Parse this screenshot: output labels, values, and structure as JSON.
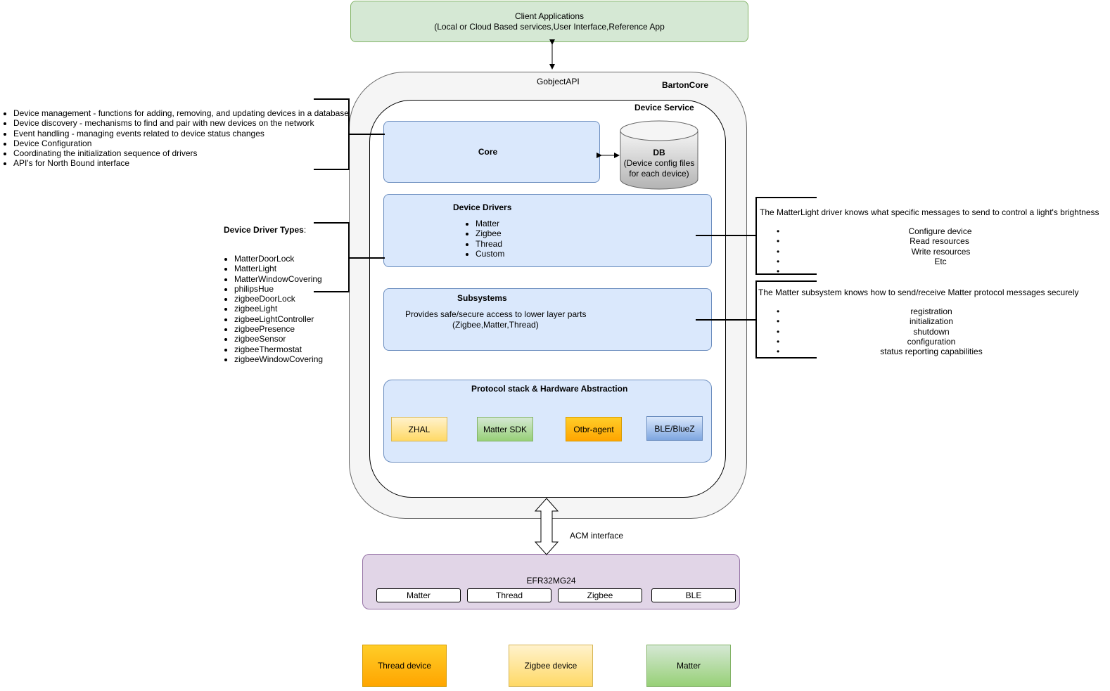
{
  "client": {
    "line1": "Client Applications",
    "line2": "(Local or Cloud Based services,User Interface,Reference App"
  },
  "labels": {
    "gobject": "GobjectAPI",
    "barton": "BartonCore",
    "device_service": "Device Service",
    "acm": "ACM interface"
  },
  "core": {
    "title": "Core"
  },
  "db": {
    "title": "DB",
    "desc": "(Device config files for each device)"
  },
  "drivers": {
    "title": "Device Drivers",
    "items": [
      "Matter",
      "Zigbee",
      "Thread",
      "Custom"
    ]
  },
  "subsystems": {
    "title": "Subsystems",
    "desc1": "Provides safe/secure access to lower layer parts",
    "desc2": "(Zigbee,Matter,Thread)"
  },
  "protocol": {
    "title": "Protocol stack & Hardware Abstraction",
    "chips": [
      "ZHAL",
      "Matter SDK",
      "Otbr-agent",
      "BLE/BlueZ"
    ]
  },
  "core_notes": [
    "Device management - functions for adding, removing, and updating devices in a database",
    "Device discovery - mechanisms to find and pair with new devices on the network",
    "Event handling - managing events related to device status changes",
    "Device Configuration",
    "Coordinating the initialization sequence of drivers",
    "API's for North Bound interface"
  ],
  "driver_types": {
    "title": "Device Driver Types",
    "colon": ":",
    "items": [
      "MatterDoorLock",
      "MatterLight",
      "MatterWindowCovering",
      "philipsHue",
      "zigbeeDoorLock",
      "zigbeeLight",
      "zigbeeLightController",
      "zigbeePresence",
      "zigbeeSensor",
      "zigbeeThermostat",
      "zigbeeWindowCovering"
    ]
  },
  "matterlight_note": {
    "title": "The MatterLight driver knows what specific messages to send to control a light's brightness",
    "items": [
      "Configure device",
      "Read resources",
      "Write resources",
      "Etc",
      ""
    ]
  },
  "matter_subsystem_note": {
    "title": "The Matter subsystem knows how to send/receive Matter protocol messages securely",
    "items": [
      "registration",
      "initialization",
      "shutdown",
      "configuration",
      "status reporting capabilities"
    ]
  },
  "efr": {
    "title": "EFR32MG24",
    "segments": [
      "Matter",
      "Thread",
      "Zigbee",
      "BLE"
    ]
  },
  "devices": [
    "Thread device",
    "Zigbee device",
    "Matter"
  ],
  "colors": {
    "client_fill": "#d5e8d4",
    "client_stroke": "#82b366",
    "blue_fill": "#dae8fc",
    "blue_stroke": "#6c8ebf",
    "yellow_fill": "#fff2cc",
    "yellow_stroke": "#d6b656",
    "green_fill": "#d5e8d4",
    "green_stroke": "#82b366",
    "orange_fill": "#ffcd28",
    "orange_stroke": "#d79b00",
    "purple_fill": "#e1d5e7",
    "purple_stroke": "#9673a6",
    "barton_fill": "#f5f5f5",
    "barton_stroke": "#666666"
  }
}
